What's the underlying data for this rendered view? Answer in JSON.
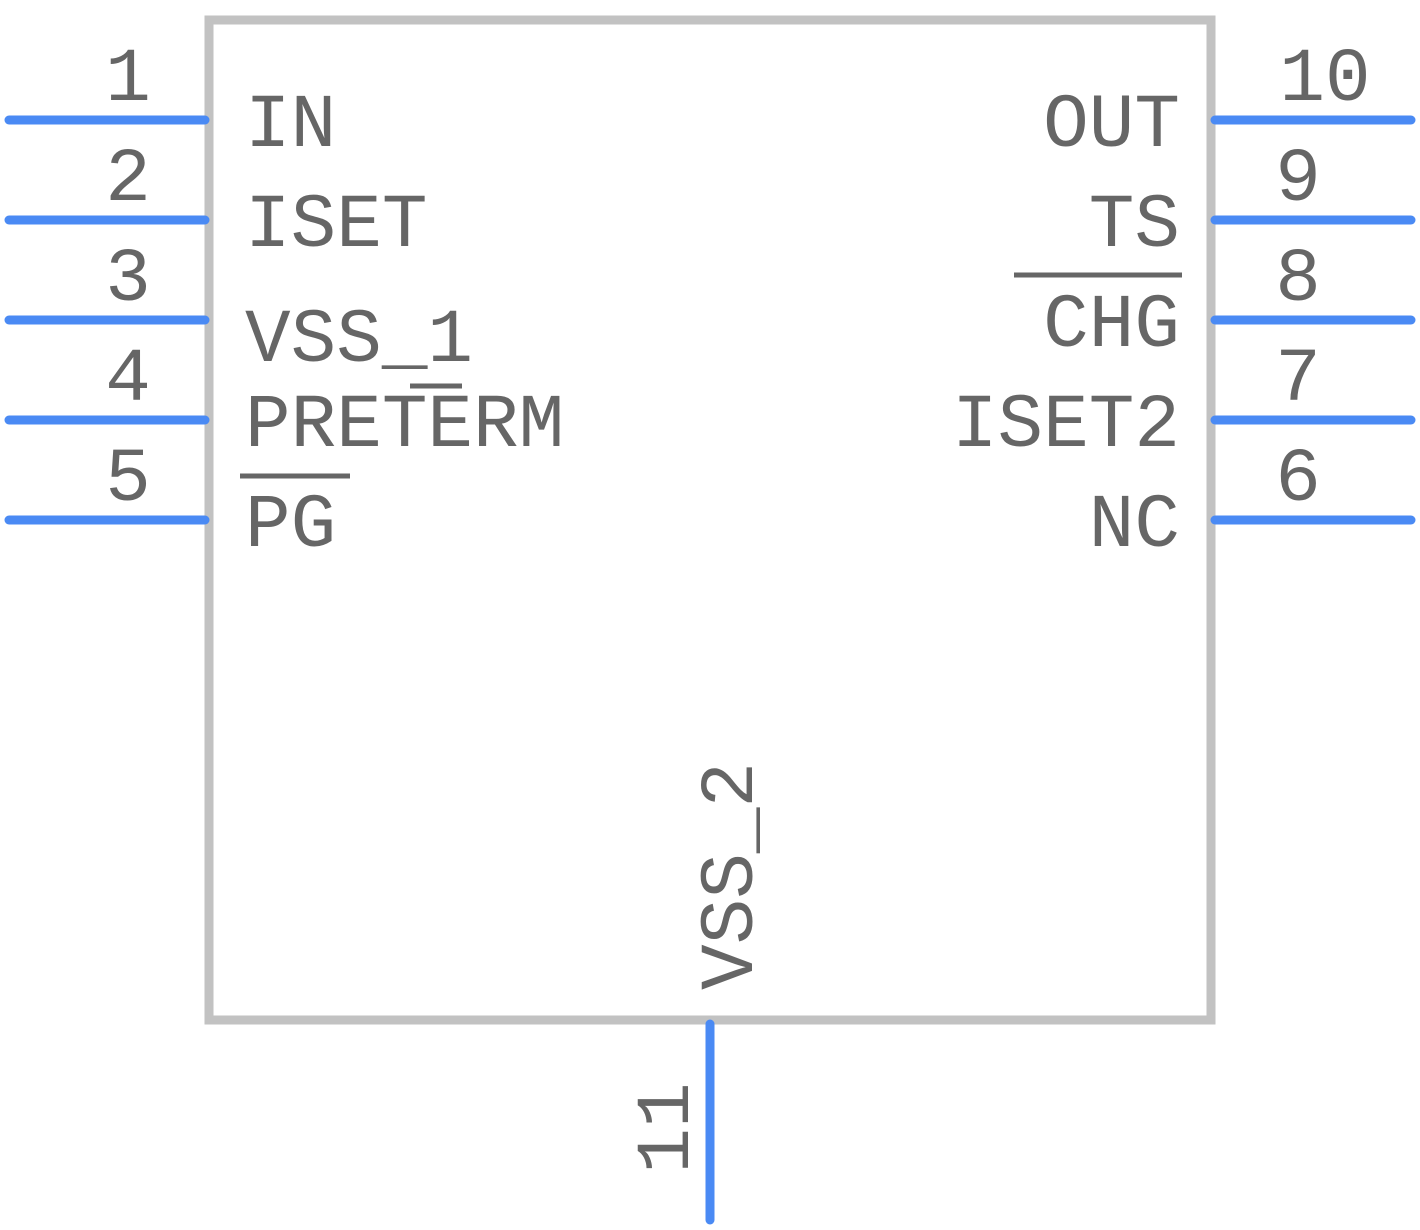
{
  "component": {
    "pins": [
      {
        "number": "1",
        "name": "IN",
        "side": "left",
        "active_low": false
      },
      {
        "number": "2",
        "name": "ISET",
        "side": "left",
        "active_low": false
      },
      {
        "number": "3",
        "name": "VSS_1",
        "side": "left",
        "active_low": false
      },
      {
        "number": "4",
        "name": "PRETERM",
        "side": "left",
        "active_low": false,
        "overbar_chars": "T"
      },
      {
        "number": "5",
        "name": "PG",
        "side": "left",
        "active_low": true
      },
      {
        "number": "6",
        "name": "NC",
        "side": "right",
        "active_low": false
      },
      {
        "number": "7",
        "name": "ISET2",
        "side": "right",
        "active_low": false
      },
      {
        "number": "8",
        "name": "CHG",
        "side": "right",
        "active_low": true
      },
      {
        "number": "9",
        "name": "TS",
        "side": "right",
        "active_low": false
      },
      {
        "number": "10",
        "name": "OUT",
        "side": "right",
        "active_low": false
      },
      {
        "number": "11",
        "name": "VSS_2",
        "side": "bottom",
        "active_low": false
      }
    ]
  },
  "colors": {
    "pin": "#4a8af4",
    "body_outline": "#c2c2c2",
    "text": "#666666"
  }
}
